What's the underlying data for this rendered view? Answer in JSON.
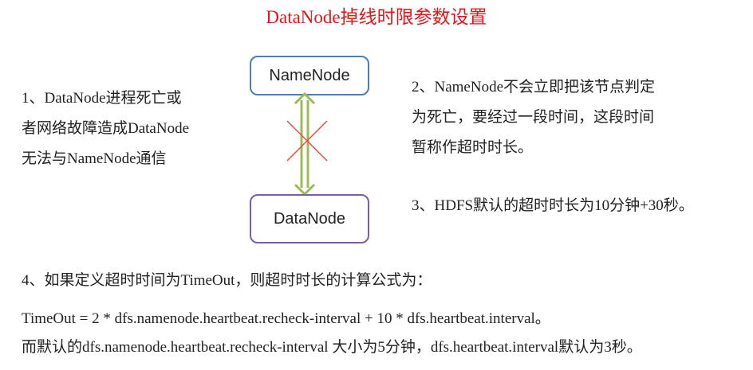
{
  "title": "DataNode掉线时限参数设置",
  "diagram": {
    "namenode_label": "NameNode",
    "datanode_label": "DataNode",
    "colors": {
      "title": "#e0171b",
      "namenode_border": "#4a7ebb",
      "datanode_border": "#7b5ea7",
      "arrow": "#9bbb59",
      "cross": "#e8483f"
    }
  },
  "notes": {
    "note1_lines": [
      "1、DataNode进程死亡或",
      "者网络故障造成DataNode",
      "无法与NameNode通信"
    ],
    "note2_lines": [
      "2、NameNode不会立即把该节点判定",
      "为死亡，要经过一段时间，这段时间",
      "暂称作超时时长。"
    ],
    "note3": "3、HDFS默认的超时时长为10分钟+30秒。",
    "note4": "4、如果定义超时时间为TimeOut，则超时时长的计算公式为：",
    "formula": "TimeOut  = 2 * dfs.namenode.heartbeat.recheck-interval + 10 * dfs.heartbeat.interval。",
    "note5": "而默认的dfs.namenode.heartbeat.recheck-interval 大小为5分钟，dfs.heartbeat.interval默认为3秒。"
  }
}
